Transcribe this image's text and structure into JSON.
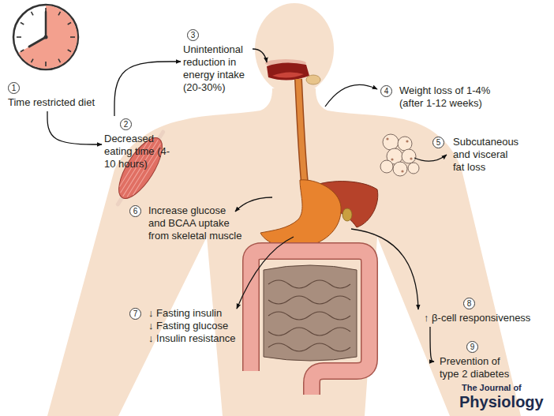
{
  "diagram": {
    "nodes": [
      {
        "text": [
          "1",
          "Time restricted diet"
        ]
      },
      {
        "text": [
          "2",
          "Decreased eating time (4-10 hours)"
        ]
      },
      {
        "text": [
          "3",
          "Unintentional reduction in energy intake (20-30%)"
        ]
      },
      {
        "text": [
          "4",
          "Weight loss of 1-4% (after 1-12 weeks)"
        ]
      },
      {
        "text": [
          "5",
          "Subcutaneous and visceral fat loss"
        ]
      },
      {
        "text": [
          "6",
          "Increase glucose and BCAA uptake from skeletal muscle"
        ]
      },
      {
        "text": [
          "7",
          "↓ Fasting insulin",
          "↓ Fasting glucose",
          "↓ Insulin resistance"
        ]
      },
      {
        "text": [
          "8",
          "↑ β-cell responsiveness"
        ]
      },
      {
        "text": [
          "9",
          "Prevention of type 2 diabetes"
        ]
      }
    ],
    "edges": [
      {
        "from": 0,
        "to": 1,
        "arrow": "to"
      },
      {
        "from": 1,
        "to": 2,
        "arrow": "to"
      },
      {
        "from": 7,
        "to": 8,
        "arrow": "to"
      }
    ],
    "labels": [
      "The Journal of",
      "Physiology"
    ]
  }
}
